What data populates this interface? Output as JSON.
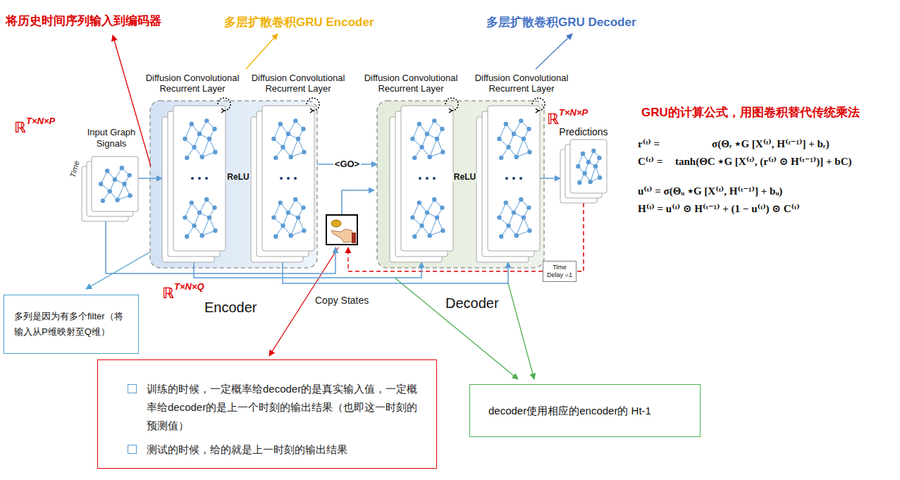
{
  "diagram": {
    "nodes": [
      {
        "text": [
          "Input Graph Signals"
        ]
      },
      {
        "text": [
          "Encoder"
        ]
      },
      {
        "text": [
          "Diffusion Convolutional Recurrent Layer"
        ],
        "in": 1
      },
      {
        "text": [
          "Diffusion Convolutional Recurrent Layer"
        ],
        "in": 1
      },
      {
        "text": [
          "Decoder"
        ]
      },
      {
        "text": [
          "Diffusion Convolutional Recurrent Layer"
        ],
        "in": 4
      },
      {
        "text": [
          "Diffusion Convolutional Recurrent Layer"
        ],
        "in": 4
      },
      {
        "text": [
          "Predictions"
        ]
      },
      {
        "text": [
          "Time Delay =1"
        ]
      },
      {
        "text": [
          "多列是因为有多个filter（将输入从P维映射至Q维）"
        ]
      },
      {
        "text": [
          "训练的时候，一定概率给decoder的是真实输入值，一定概率给decoder的是上一个时刻的输出结果（也即这一时刻的预测值）",
          "测试的时候，给的就是上一时刻的输出结果"
        ]
      },
      {
        "text": [
          "decoder使用相应的encoder的 Ht-1"
        ]
      }
    ],
    "edges": [
      {
        "from": 0,
        "to": 2,
        "arrow": "to"
      },
      {
        "from": 2,
        "to": 3,
        "label": "ReLU",
        "arrow": "none"
      },
      {
        "from": 1,
        "to": 4,
        "label": "<GO>",
        "arrow": "to"
      },
      {
        "from": 5,
        "to": 6,
        "label": "ReLU",
        "arrow": "none"
      },
      {
        "from": 6,
        "to": 7,
        "arrow": "to"
      },
      {
        "from": 7,
        "to": 8,
        "arrow": "none"
      },
      {
        "from": 2,
        "to": 5,
        "arrow": "to"
      },
      {
        "from": 3,
        "to": 6,
        "arrow": "to"
      }
    ],
    "labels": [
      "将历史时间序列输入到编码器",
      "多层扩散卷积GRU Encoder",
      "多层扩散卷积GRU Decoder",
      "GRU的计算公式，用图卷积替代传统乘法",
      "ℝ",
      "T×N×P",
      "Time",
      "ℝ",
      "T×N×P",
      "r⁽ᵗ⁾ =",
      "σ(Θᵣ ⋆G [X⁽ᵗ⁾, H⁽ᵗ⁻¹⁾] + bᵣ)",
      "C⁽ᵗ⁾ =",
      "tanh(ΘC ⋆G [X⁽ᵗ⁾, (r⁽ᵗ⁾ ⊙ H⁽ᵗ⁻¹⁾)] + bC)",
      "u⁽ᵗ⁾ = σ(Θᵤ ⋆G [X⁽ᵗ⁾, H⁽ᵗ⁻¹⁾] + bᵤ)",
      "H⁽ᵗ⁾ = u⁽ᵗ⁾ ⊙ H⁽ᵗ⁻¹⁾ + (1 − u⁽ᵗ⁾) ⊙ C⁽ᵗ⁾",
      "ℝ",
      "T×N×Q",
      "Copy States"
    ]
  }
}
